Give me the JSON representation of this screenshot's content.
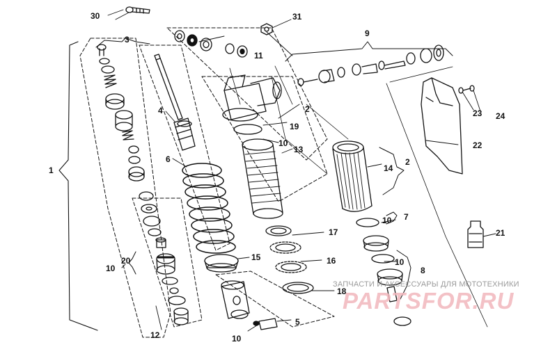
{
  "callouts": {
    "n1": "1",
    "n2a": "2",
    "n2b": "2",
    "n3": "3",
    "n4": "4",
    "n5": "5",
    "n6": "6",
    "n7": "7",
    "n8": "8",
    "n9": "9",
    "n10a": "10",
    "n10b": "10",
    "n10c": "10",
    "n10d": "10",
    "n10e": "10",
    "n11": "11",
    "n12": "12",
    "n13": "13",
    "n14": "14",
    "n15": "15",
    "n16": "16",
    "n17": "17",
    "n18": "18",
    "n19": "19",
    "n20": "20",
    "n21": "21",
    "n22": "22",
    "n23": "23",
    "n24": "24",
    "n30": "30",
    "n31": "31"
  },
  "watermark": {
    "caption": "ЗАПЧАСТИ И АКСЕССУАРЫ ДЛЯ МОТОТЕХНИКИ",
    "logo": "PARTSFOR.RU"
  },
  "colors": {
    "ink": "#111111",
    "watermark_text": "#9a9a9a",
    "watermark_logo": "#f2b7bd"
  }
}
